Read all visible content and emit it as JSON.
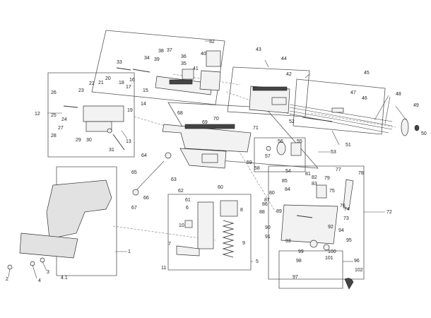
{
  "callouts": [
    "1",
    "2",
    "3",
    "4",
    "4.1",
    "5",
    "6",
    "7",
    "8",
    "9",
    "10",
    "11",
    "12",
    "13",
    "14",
    "15",
    "16",
    "17",
    "18",
    "19",
    "20",
    "21",
    "22",
    "23",
    "24",
    "25",
    "26",
    "27",
    "28",
    "29",
    "30",
    "31",
    "32",
    "33",
    "34",
    "35",
    "36",
    "37",
    "38",
    "39",
    "40",
    "41",
    "42",
    "43",
    "44",
    "45",
    "46",
    "47",
    "48",
    "49",
    "50",
    "51",
    "52",
    "53",
    "54",
    "55",
    "56",
    "57",
    "58",
    "59",
    "60",
    "61",
    "62",
    "63",
    "64",
    "65",
    "66",
    "67",
    "68",
    "69",
    "70",
    "71",
    "72",
    "73",
    "74",
    "75",
    "76",
    "77",
    "78",
    "79",
    "80",
    "81",
    "82",
    "83",
    "84",
    "85",
    "86",
    "87",
    "88",
    "89",
    "90",
    "91",
    "92",
    "93",
    "94",
    "95",
    "96",
    "97",
    "98",
    "99",
    "100",
    "101",
    "102"
  ],
  "colors": {
    "line": "#333333",
    "part_fill": "#f2f2f2",
    "grip_fill": "#e2e2e2",
    "dark_part": "#444444"
  }
}
